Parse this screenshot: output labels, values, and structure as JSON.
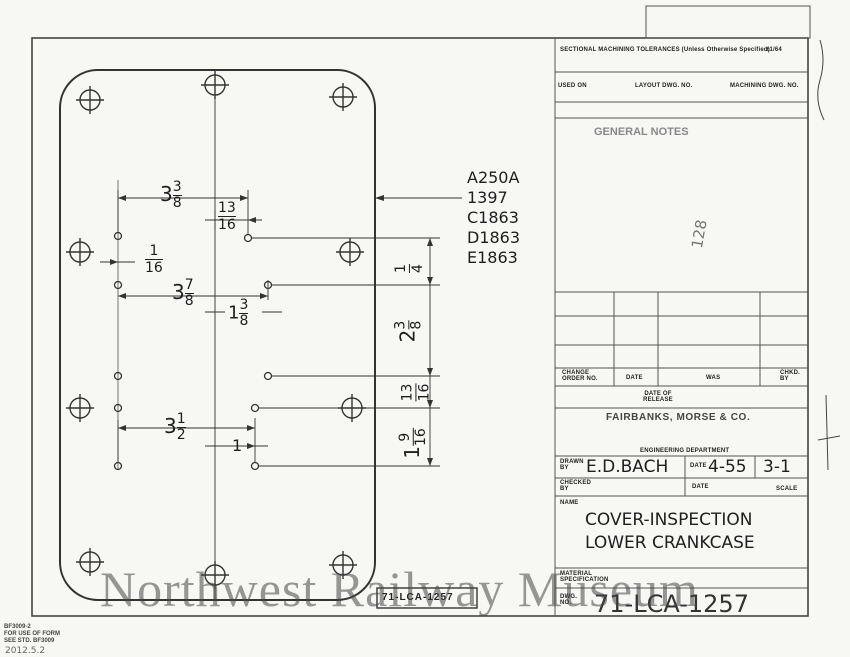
{
  "title_block": {
    "tolerances_header": "SECTIONAL MACHINING TOLERANCES (Unless Otherwise Specified)",
    "tolerance_value": "±1/64",
    "used_on": "USED ON",
    "layout_dwg": "LAYOUT DWG. NO.",
    "machining_dwg": "MACHINING DWG. NO.",
    "general_notes": "GENERAL NOTES",
    "note_handwritten": "128",
    "change_order_no": "CHANGE ORDER NO.",
    "date": "DATE",
    "was": "WAS",
    "chkd_by": "CHKD. BY",
    "date_of_release": "DATE OF RELEASE",
    "company": "FAIRBANKS, MORSE & CO.",
    "department": "ENGINEERING DEPARTMENT",
    "drawn_by_label": "DRAWN BY",
    "drawn_by": "E.D.BACH",
    "date_label": "DATE",
    "drawn_date": "4-55",
    "scale": "3-1",
    "scale_label": "SCALE",
    "checked_by_label": "CHECKED BY",
    "checked_date_label": "DATE",
    "name_label": "NAME",
    "name_line1": "COVER-INSPECTION",
    "name_line2": "LOWER CRANKCASE",
    "material_spec_label": "MATERIAL SPECIFICATION",
    "dwg_no_label": "DWG. NO.",
    "dwg_no": "71-LCA-1257"
  },
  "drawing": {
    "part_numbers": [
      "A250A",
      "1397",
      "C1863",
      "D1863",
      "E1863"
    ],
    "stamp": "71-LCA-1257",
    "dimensions": {
      "d1_whole": "3",
      "d1_num": "3",
      "d1_den": "8",
      "d2_num": "13",
      "d2_den": "16",
      "d3_num": "1",
      "d3_den": "16",
      "d4_num": "1",
      "d4_den": "4",
      "d5_whole": "3",
      "d5_num": "7",
      "d5_den": "8",
      "d6_whole": "1",
      "d6_num": "3",
      "d6_den": "8",
      "d7_whole": "2",
      "d7_num": "3",
      "d7_den": "8",
      "d8_num": "13",
      "d8_den": "16",
      "d9_whole": "3",
      "d9_num": "1",
      "d9_den": "2",
      "d10": "1",
      "d11_whole": "1",
      "d11_num": "9",
      "d11_den": "16"
    }
  },
  "footer": {
    "form_no": "BF3009-2",
    "form_note1": "FOR USE OF FORM",
    "form_note2": "SEE STD. BF3009",
    "handwritten": "2012.5.2"
  },
  "watermark": "Northwest Railway Museum"
}
